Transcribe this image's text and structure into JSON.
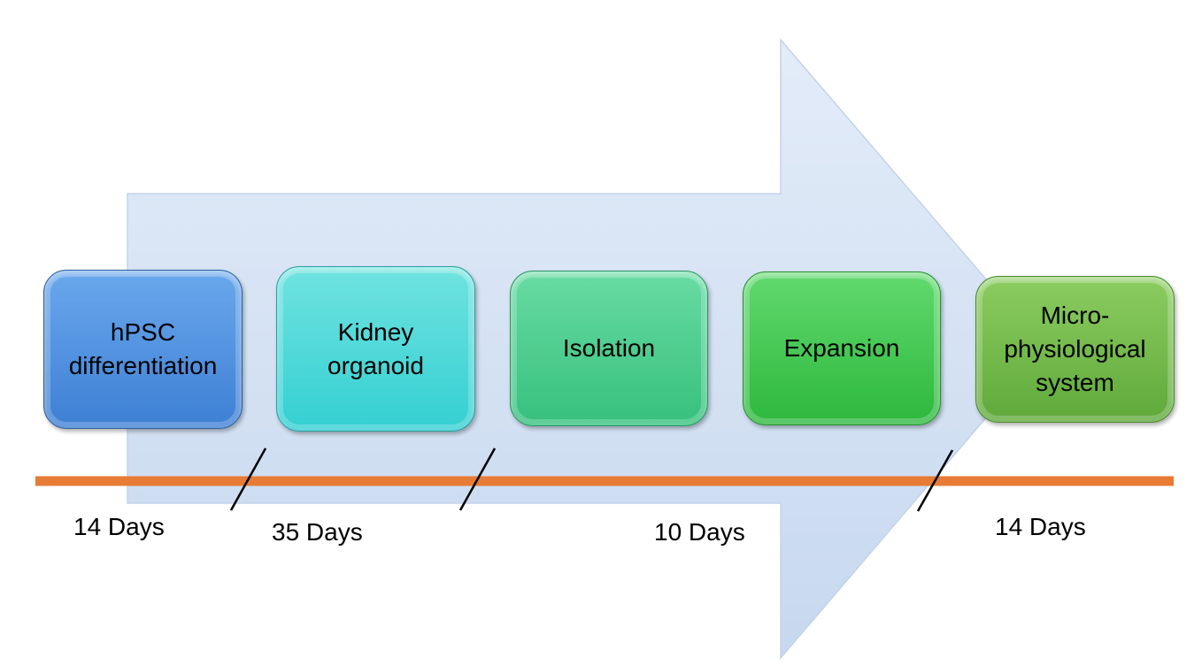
{
  "steps": [
    {
      "label": "hPSC\ndifferentiation",
      "color": "#4a8ee0"
    },
    {
      "label": "Kidney\norganoid",
      "color": "#45d8d8"
    },
    {
      "label": "Isolation",
      "color": "#4ccf8d"
    },
    {
      "label": "Expansion",
      "color": "#3cc84b"
    },
    {
      "label": "Micro-\nphysiological\nsystem",
      "color": "#72b94a"
    }
  ],
  "durations": [
    "14 Days",
    "35 Days",
    "10 Days",
    "14 Days"
  ],
  "colors": {
    "arrow_fill": "#dbe7f6",
    "timeline": "#e87b35",
    "tick": "#000000"
  }
}
